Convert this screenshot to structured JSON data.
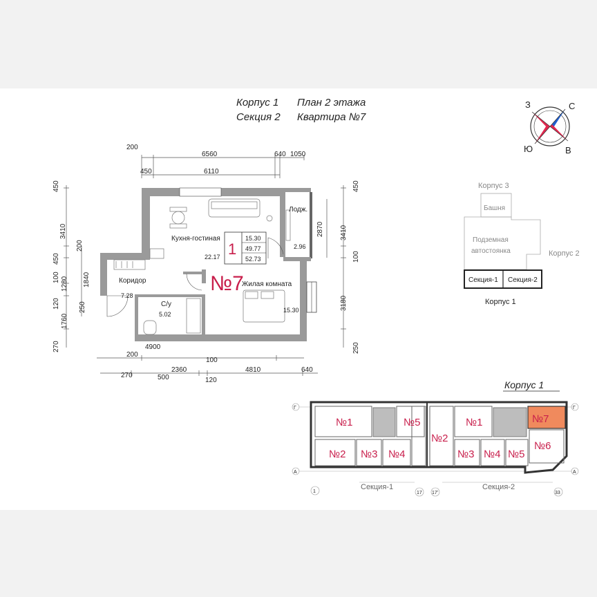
{
  "header": {
    "building": "Корпус 1",
    "floor_plan": "План 2 этажа",
    "section": "Секция 2",
    "apartment": "Квартира №7"
  },
  "compass": {
    "n": "С",
    "w": "З",
    "s": "Ю",
    "e": "В"
  },
  "dims_top": {
    "d1": "200",
    "d2": "6560",
    "d3": "640",
    "d4": "1050",
    "d5": "450",
    "d6": "6110"
  },
  "dims_bottom": {
    "d1": "200",
    "d2": "4900",
    "d3": "270",
    "d4": "2360",
    "d5": "500",
    "d6": "100",
    "d7": "120",
    "d8": "4810",
    "d9": "640"
  },
  "dims_left": {
    "outer1": "450",
    "outer2": "3410",
    "outer3": "200",
    "outer4": "450",
    "outer5": "100",
    "outer6": "1280",
    "outer7": "120",
    "outer8": "1760",
    "outer9": "270",
    "inner1": "1840",
    "inner2": "250"
  },
  "dims_right": {
    "a": "450",
    "b": "3410",
    "c": "100",
    "d": "3180",
    "e": "250",
    "inner": "2870"
  },
  "rooms": {
    "kitchen": {
      "name": "Кухня-гостиная",
      "area": "22.17"
    },
    "loggia": {
      "name": "Лодж.",
      "area": "2.96"
    },
    "corridor": {
      "name": "Коридор",
      "area": "7.28"
    },
    "bath": {
      "name": "С/у",
      "area": "5.02"
    },
    "living": {
      "name": "Жилая комната",
      "area": "15.30"
    }
  },
  "summary": {
    "rooms_count": "1",
    "living_area": "15.30",
    "total_area": "49.77",
    "total_with_loggia": "52.73"
  },
  "apartment_label": "№7",
  "site_plan": {
    "tower": "Корпус 3",
    "tower_label": "Башня",
    "parking_line1": "Подземная",
    "parking_line2": "автостоянка",
    "korpus2": "Корпус 2",
    "section1": "Секция-1",
    "section2": "Секция-2",
    "korpus1": "Корпус 1"
  },
  "key_plan": {
    "title": "Корпус 1",
    "axis_g": "Г",
    "axis_a": "А",
    "axis_1": "1",
    "axis_17": "17",
    "axis_17p": "17'",
    "axis_33": "33",
    "section1": "Секция-1",
    "section2": "Секция-2",
    "s1_units": [
      "№1",
      "№5",
      "№2",
      "№3",
      "№4"
    ],
    "s1_unit_mid": "№2",
    "s2_units": [
      "№1",
      "№7",
      "№6",
      "№3",
      "№4",
      "№5"
    ],
    "highlight_color": "#f08a5d",
    "number_color": "#c81e4b"
  },
  "colors": {
    "accent": "#c81e4b",
    "wall": "#8a8a8a",
    "compass_red": "#e0284f",
    "compass_blue": "#1f5fd1"
  }
}
